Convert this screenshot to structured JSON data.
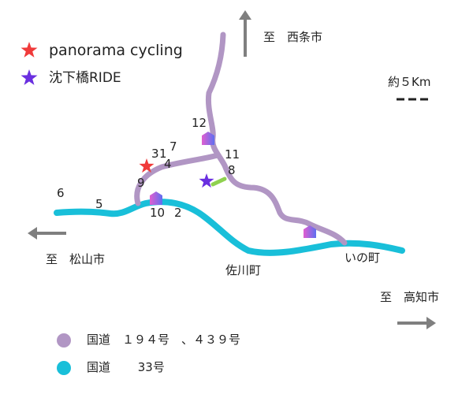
{
  "legend": {
    "items": [
      {
        "label": "panorama  cycling",
        "marker_color": "#f03a3a",
        "marker": "star-icon"
      },
      {
        "label": "沈下橋RIDE",
        "marker_color": "#6a2fe0",
        "marker": "star-icon"
      }
    ],
    "routes": [
      {
        "label": "国道　１９４号　、４３９号",
        "color": "#b196c4"
      },
      {
        "label": "国道　　 33号",
        "color": "#19bfd9"
      }
    ]
  },
  "scale": {
    "label": "約５Km"
  },
  "directions": {
    "north": "至　西条市",
    "west": "至　松山市",
    "east": "至　高知市"
  },
  "places": {
    "sagawa": "佐川町",
    "ino": "いの町"
  },
  "points": {
    "p12": "12",
    "p3": "3",
    "p1": "1",
    "p7": "7",
    "p4": "4",
    "p11": "11",
    "p8": "8",
    "p9": "9",
    "p6": "6",
    "p5": "5",
    "p10": "10",
    "p2": "2"
  },
  "colors": {
    "route_194_439": "#b196c4",
    "route_33": "#19bfd9",
    "connector": "#8fd14f",
    "arrow": "#7f7f7f",
    "station_pink": "#e05fd0",
    "station_blue": "#6a5ff0"
  }
}
